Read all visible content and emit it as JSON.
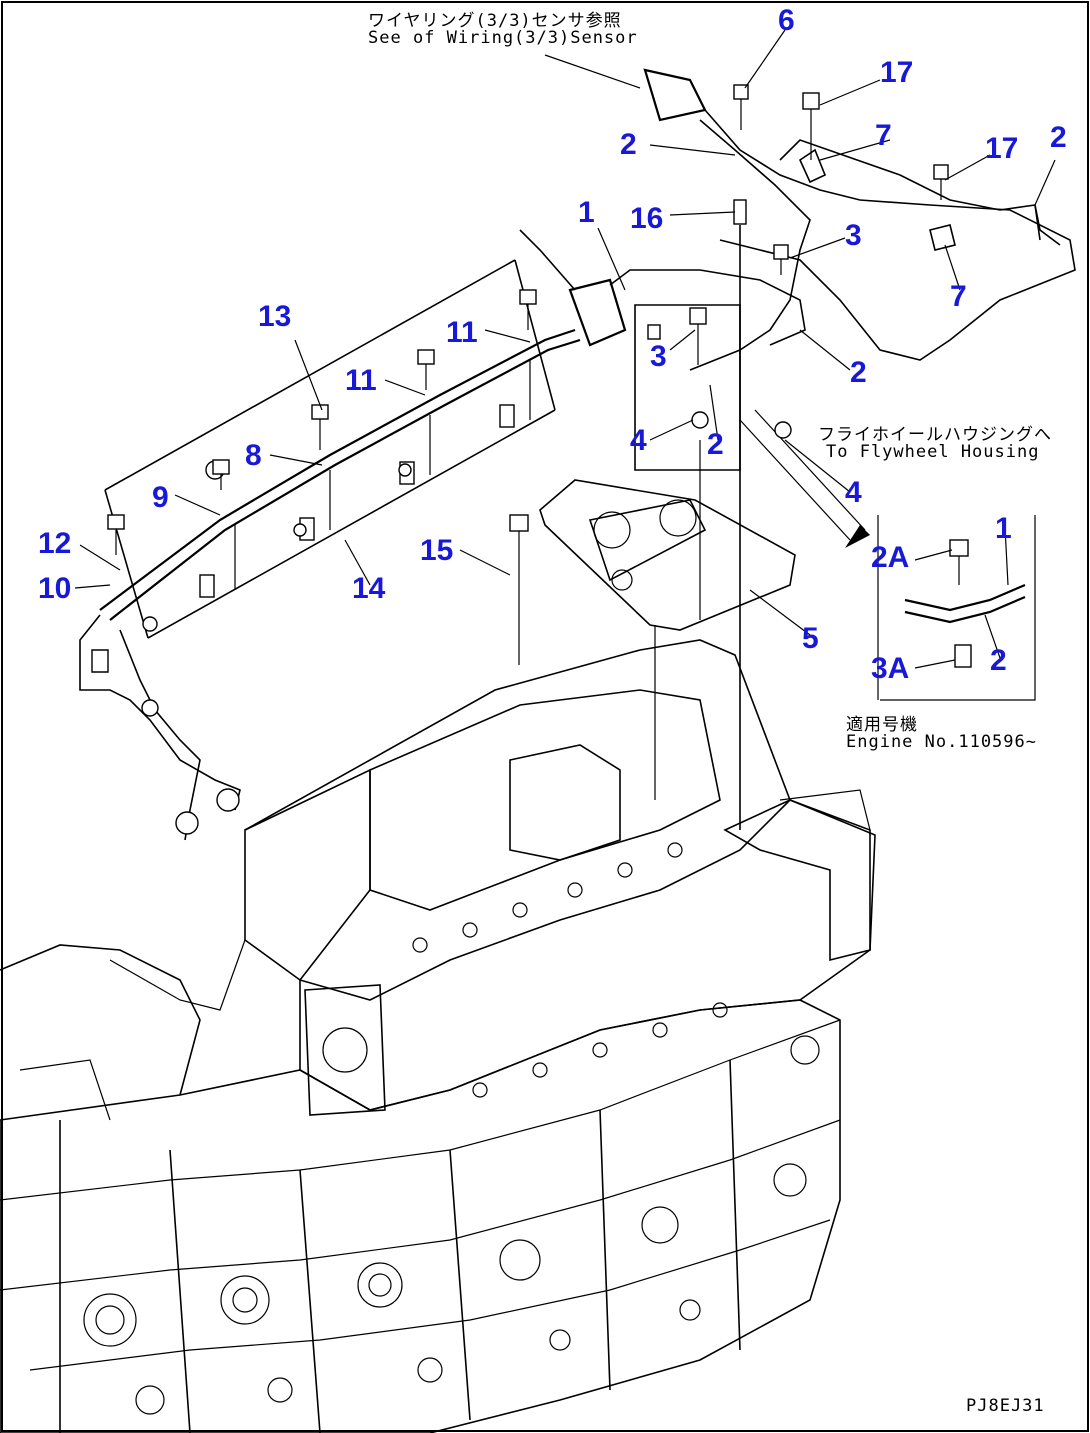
{
  "notes": {
    "wiring_jp": "ワイヤリング(3/3)センサ参照",
    "wiring_en": "See of Wiring(3/3)Sensor",
    "flywheel_jp": "フライホイールハウジングへ",
    "flywheel_en": "To Flywheel Housing",
    "serial_jp": "適用号機",
    "serial_en": "Engine No.110596~",
    "drawing_code": "PJ8EJ31"
  },
  "callouts": [
    {
      "id": "6",
      "label": "6"
    },
    {
      "id": "17a",
      "label": "17"
    },
    {
      "id": "7a",
      "label": "7"
    },
    {
      "id": "17b",
      "label": "17"
    },
    {
      "id": "2a",
      "label": "2"
    },
    {
      "id": "2b",
      "label": "2"
    },
    {
      "id": "16",
      "label": "16"
    },
    {
      "id": "1a",
      "label": "1"
    },
    {
      "id": "3a",
      "label": "3"
    },
    {
      "id": "7b",
      "label": "7"
    },
    {
      "id": "13",
      "label": "13"
    },
    {
      "id": "11a",
      "label": "11"
    },
    {
      "id": "3b",
      "label": "3"
    },
    {
      "id": "2c",
      "label": "2"
    },
    {
      "id": "11b",
      "label": "11"
    },
    {
      "id": "4a",
      "label": "4"
    },
    {
      "id": "2d",
      "label": "2"
    },
    {
      "id": "8",
      "label": "8"
    },
    {
      "id": "4b",
      "label": "4"
    },
    {
      "id": "9",
      "label": "9"
    },
    {
      "id": "1b",
      "label": "1"
    },
    {
      "id": "12",
      "label": "12"
    },
    {
      "id": "15",
      "label": "15"
    },
    {
      "id": "2A",
      "label": "2A"
    },
    {
      "id": "10",
      "label": "10"
    },
    {
      "id": "14",
      "label": "14"
    },
    {
      "id": "5",
      "label": "5"
    },
    {
      "id": "2e",
      "label": "2"
    },
    {
      "id": "3A",
      "label": "3A"
    }
  ]
}
